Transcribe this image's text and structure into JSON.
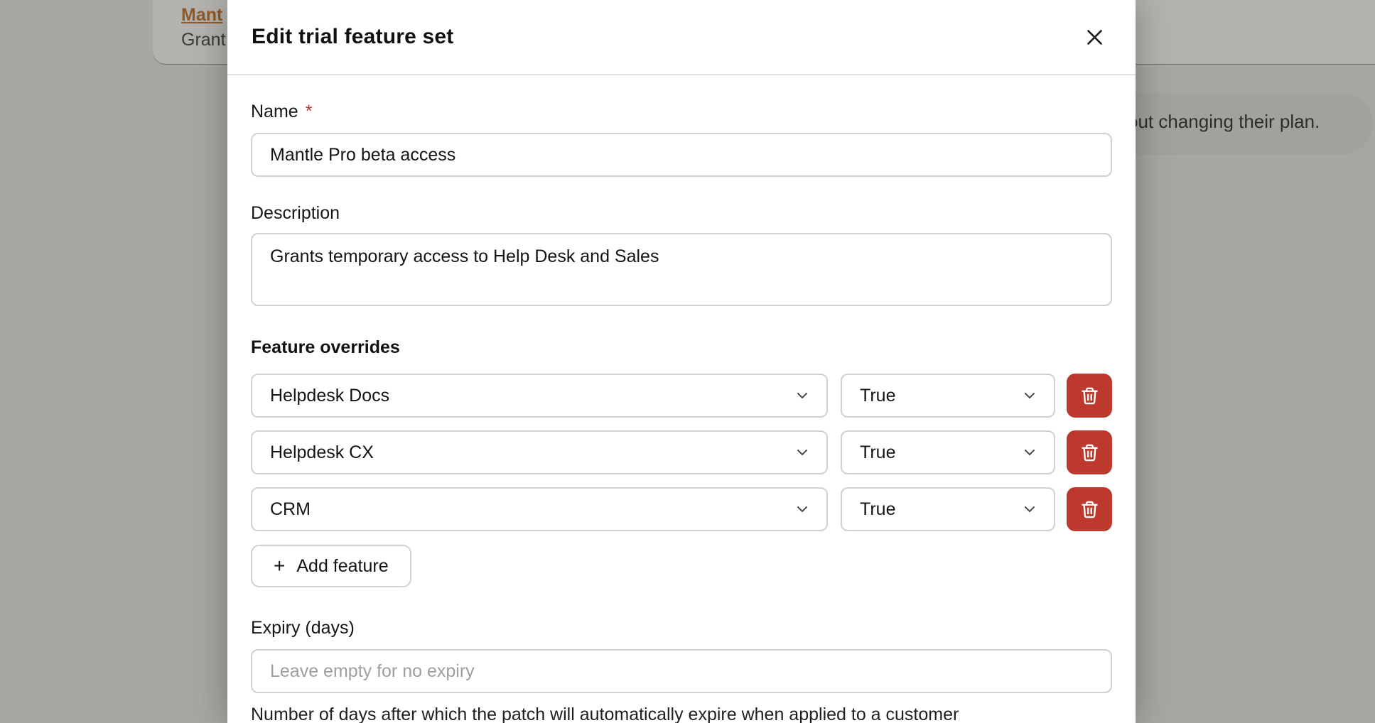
{
  "backdrop": {
    "card_link_text": "Mant",
    "card_subtext": "Grant",
    "banner_text": "out changing their plan."
  },
  "modal": {
    "title": "Edit trial feature set",
    "name_field": {
      "label": "Name",
      "required_marker": "*",
      "value": "Mantle Pro beta access"
    },
    "description_field": {
      "label": "Description",
      "value": "Grants temporary access to Help Desk and Sales"
    },
    "feature_overrides": {
      "heading": "Feature overrides",
      "rows": [
        {
          "feature": "Helpdesk Docs",
          "value": "True"
        },
        {
          "feature": "Helpdesk CX",
          "value": "True"
        },
        {
          "feature": "CRM",
          "value": "True"
        }
      ],
      "add_button": {
        "plus": "+",
        "label": "Add feature"
      }
    },
    "expiry_field": {
      "label": "Expiry (days)",
      "placeholder": "Leave empty for no expiry",
      "value": "",
      "help_text": "Number of days after which the patch will automatically expire when applied to a customer"
    }
  },
  "colors": {
    "destructive_button": "#bd382d",
    "required_asterisk": "#b5352a",
    "backdrop_overlay": "#a8a6a3",
    "background_link": "#8f5a26",
    "input_border": "#d3d1cf"
  },
  "icons": {
    "close": "x-icon",
    "delete": "trash-icon",
    "dropdown": "chevron-down-icon",
    "add": "plus-icon"
  }
}
